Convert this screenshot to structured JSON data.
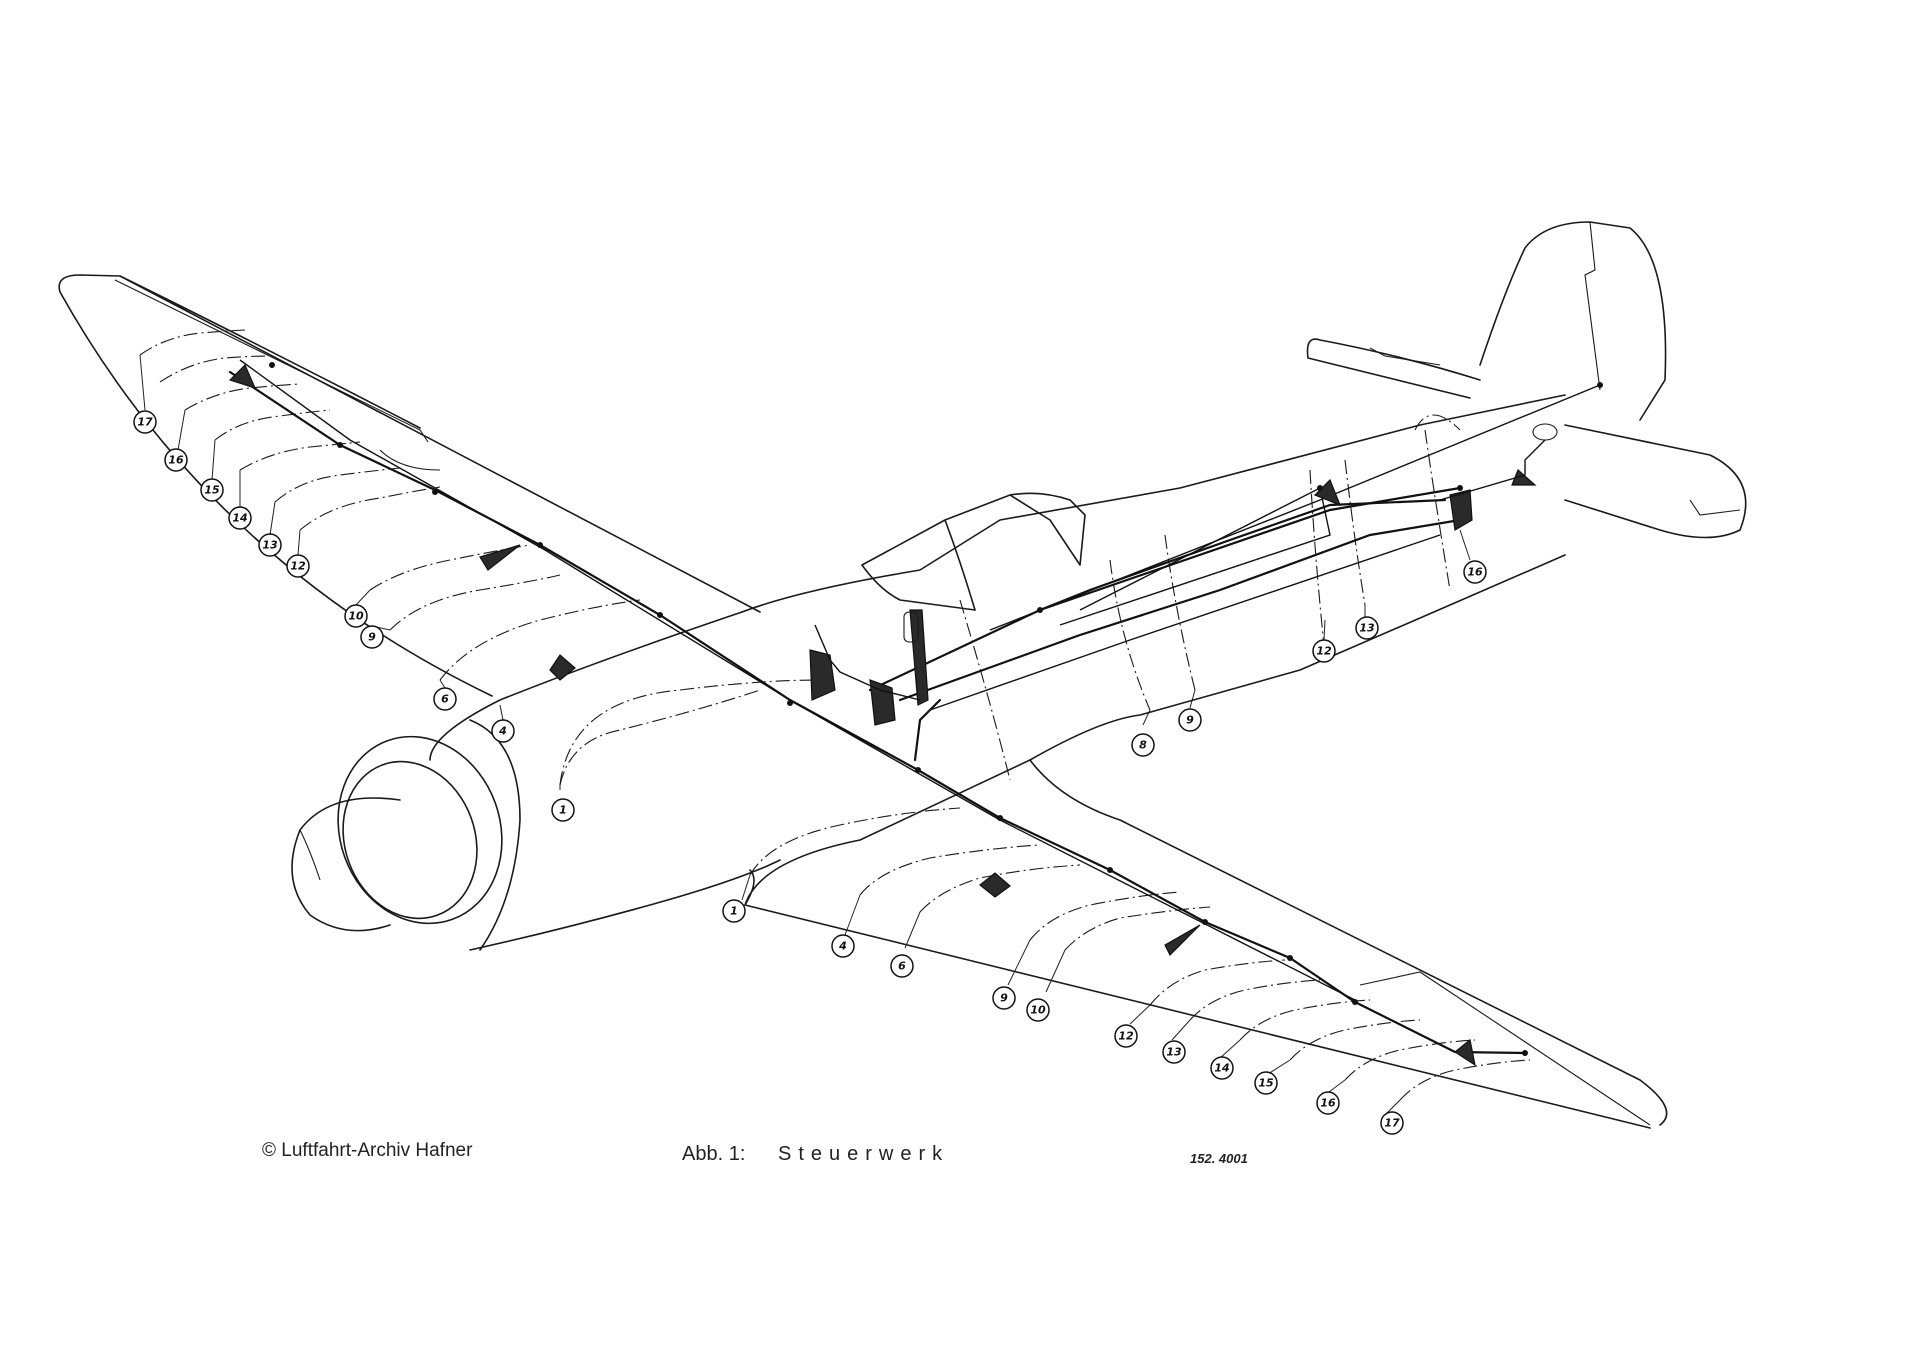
{
  "figure": {
    "copyright": "© Luftfahrt-Archiv Hafner",
    "caption_prefix": "Abb. 1:",
    "caption_title": "Steuerwerk",
    "drawing_number": "152. 4001"
  },
  "callouts": {
    "left_wing": [
      "17",
      "16",
      "15",
      "14",
      "13",
      "12",
      "10",
      "9",
      "6",
      "4",
      "1"
    ],
    "right_wing": [
      "1",
      "4",
      "6",
      "9",
      "10",
      "12",
      "13",
      "14",
      "15",
      "16",
      "17"
    ],
    "fuselage": [
      "8",
      "9",
      "12",
      "13",
      "16"
    ]
  },
  "colors": {
    "ink": "#1a1a1a",
    "paper": "#ffffff"
  }
}
